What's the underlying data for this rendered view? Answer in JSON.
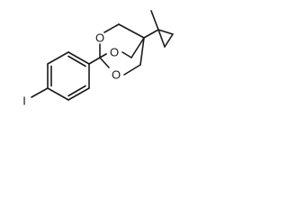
{
  "molecule": {
    "atoms": {
      "iodine": "I",
      "oxygen_top": "O",
      "oxygen_middle": "O",
      "oxygen_bottom": "O"
    }
  }
}
